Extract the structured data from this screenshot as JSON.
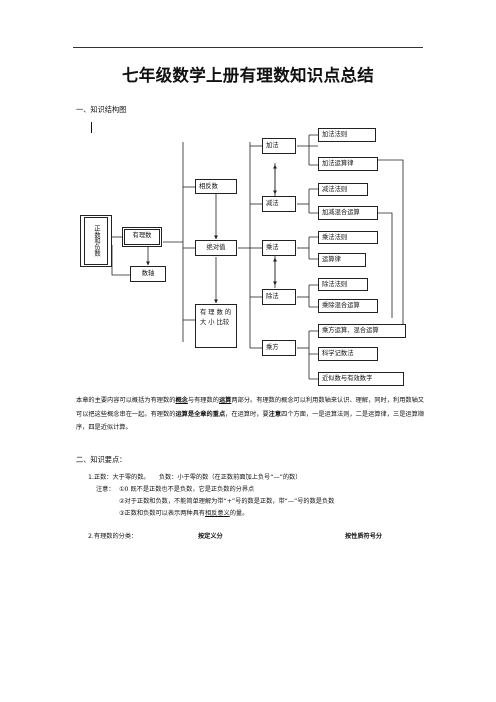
{
  "title": "七年级数学上册有理数知识点总结",
  "section1": "一、知识结构图",
  "diagram": {
    "rational_and_numberline": "正数和负数",
    "rational": "有理数",
    "numberline": "数轴",
    "opposite": "相反数",
    "absolute": "绝对值",
    "compare": "有 理 数 的 大 小 比较",
    "add": "加法",
    "sub": "减法",
    "mul": "乘法",
    "div": "除法",
    "pow": "乘方",
    "add_rule": "加法法则",
    "add_law": "加法运算律",
    "sub_rule": "减法法则",
    "addsub_mix": "加减混合运算",
    "mul_rule": "乘法法则",
    "op_law": "运算律",
    "div_rule": "除法法则",
    "muldiv_mix": "乘除混合运算",
    "pow_mix": "乘方运算、混合运算",
    "sci": "科学记数法",
    "approx": "近似数与有效数字"
  },
  "para": {
    "p1": "本章的主要内容可以概括为有理数的",
    "b1": "概念",
    "p2": "与有理数的",
    "b2": "运算",
    "p3": "两部分。有理数的概念可以利用数轴来认识、理解，同时，利用数轴又可以把这些概念串在一起。有理数的",
    "b3": "运算是全章的重点",
    "p4": "，在运算时，要",
    "b4": "注意",
    "p5": "四个方面，一是运算法则，二是运算律，三是运算顺序，四是近似计算。"
  },
  "section2": "二、知识要点：",
  "item1": "1.正数：大于零的数。　　负数：小于零的数（在正数前面加上负号“—”的数）",
  "note_label": "注意：",
  "note1": "①0 既不是正数也不是负数，它是正负数的分界点",
  "note2": "②对于正数和负数，不能简单理解为带“+”号的数是正数，带“—”号的数是负数",
  "note3_a": "③正数和负数可以表示两种具有",
  "note3_b": "相反意义",
  "note3_c": "的量。",
  "item2": "2.有理数的分类：",
  "class1": "按定义分",
  "class2": "按性质符号分"
}
